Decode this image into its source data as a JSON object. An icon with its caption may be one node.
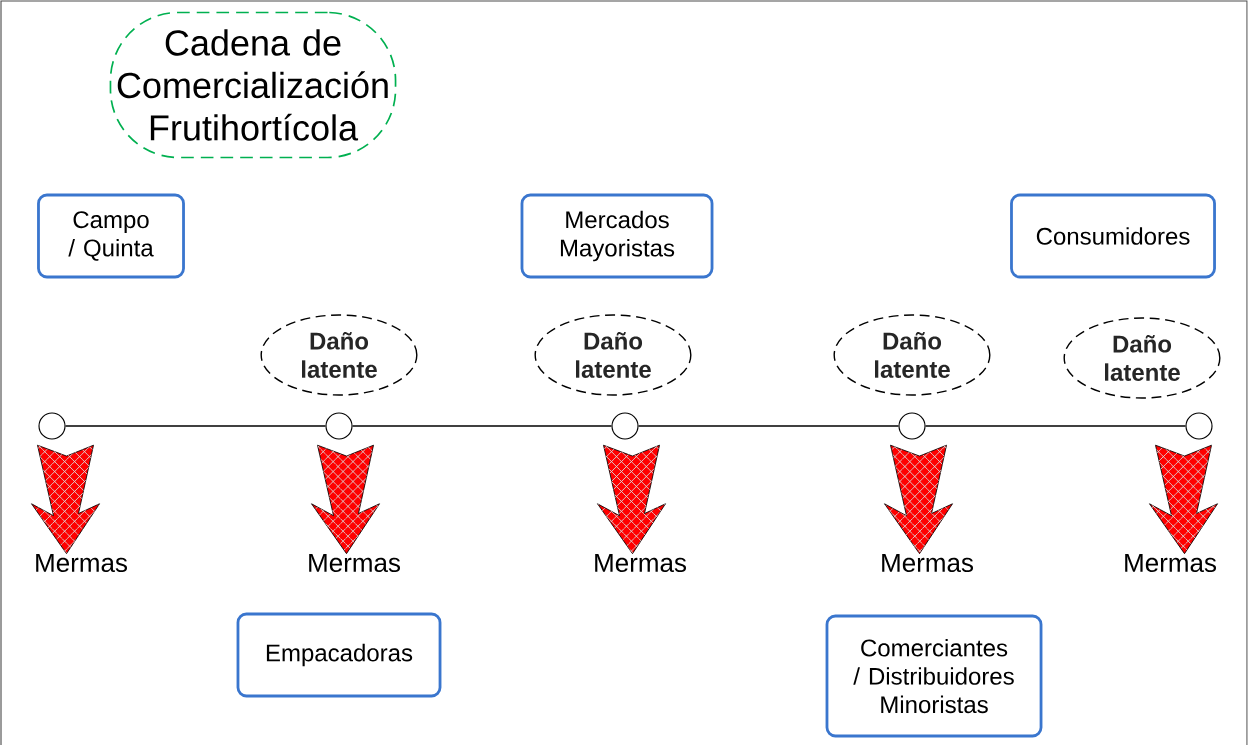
{
  "diagram": {
    "nodes": [
      {
        "text": [
          "Cadena de Comercialización Frutihortícola"
        ]
      },
      {
        "text": [
          "Campo / Quinta"
        ]
      },
      {
        "text": [
          "Mercados Mayoristas"
        ]
      },
      {
        "text": [
          "Consumidores"
        ]
      },
      {
        "text": [
          "Daño latente"
        ]
      },
      {
        "text": [
          "Daño latente"
        ]
      },
      {
        "text": [
          "Daño latente"
        ]
      },
      {
        "text": [
          "Daño latente"
        ]
      },
      {
        "text": [],
        "shape": "circle"
      },
      {
        "text": [],
        "shape": "circle"
      },
      {
        "text": [],
        "shape": "circle"
      },
      {
        "text": [],
        "shape": "circle"
      },
      {
        "text": [],
        "shape": "circle"
      },
      {
        "text": [
          "Mermas"
        ]
      },
      {
        "text": [
          "Mermas"
        ]
      },
      {
        "text": [
          "Mermas"
        ]
      },
      {
        "text": [
          "Mermas"
        ]
      },
      {
        "text": [
          "Mermas"
        ]
      },
      {
        "text": [
          "Empacadoras"
        ]
      },
      {
        "text": [
          "Comerciantes / Distribuidores Minoristas"
        ]
      }
    ],
    "edges": [
      {
        "from": 8,
        "to": 9,
        "arrow": "none"
      },
      {
        "from": 9,
        "to": 10,
        "arrow": "none"
      },
      {
        "from": 10,
        "to": 11,
        "arrow": "none"
      },
      {
        "from": 11,
        "to": 12,
        "arrow": "none"
      },
      {
        "from": 8,
        "to": 13,
        "arrow": "to",
        "style": "thick",
        "color": "#ff0000"
      },
      {
        "from": 9,
        "to": 14,
        "arrow": "to",
        "style": "thick",
        "color": "#ff0000"
      },
      {
        "from": 10,
        "to": 15,
        "arrow": "to",
        "style": "thick",
        "color": "#ff0000"
      },
      {
        "from": 11,
        "to": 16,
        "arrow": "to",
        "style": "thick",
        "color": "#ff0000"
      },
      {
        "from": 12,
        "to": 17,
        "arrow": "to",
        "style": "thick",
        "color": "#ff0000"
      }
    ]
  }
}
